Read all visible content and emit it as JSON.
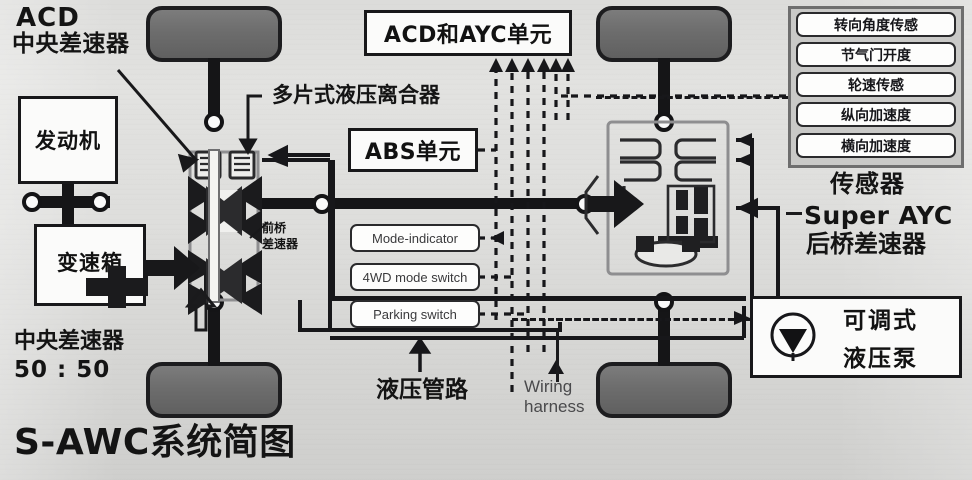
{
  "title": "S-AWC系统简图",
  "labels": {
    "acd_top": "ACD",
    "acd_sub": "中央差速器",
    "engine": "发动机",
    "transmission": "变速箱",
    "center_diff": "中央差速器",
    "center_ratio": "50 : 50",
    "front_axle": "前桥",
    "front_axle_2": "差速器",
    "multi_clutch": "多片式液压离合器",
    "acd_ayc_unit": "ACD和AYC单元",
    "abs_unit": "ABS单元",
    "hydraulic_line": "液压管路",
    "wiring_1": "Wiring",
    "wiring_2": "harness",
    "pump_1": "可调式",
    "pump_2": "液压泵",
    "sensor_group": "传感器",
    "super_ayc": "Super AYC",
    "rear_diff": "后桥差速器"
  },
  "switches": [
    {
      "label": "Mode-indicator"
    },
    {
      "label": "4WD mode switch"
    },
    {
      "label": "Parking switch"
    }
  ],
  "sensors": [
    {
      "label": "转向角度传感"
    },
    {
      "label": "节气门开度"
    },
    {
      "label": "轮速传感"
    },
    {
      "label": "纵向加速度"
    },
    {
      "label": "横向加速度"
    }
  ],
  "colors": {
    "ink": "#141414",
    "background": "#dedede",
    "tire": "#6d6d6d",
    "box_fill": "#fbfbfa",
    "frame": "#6e6e6e"
  }
}
